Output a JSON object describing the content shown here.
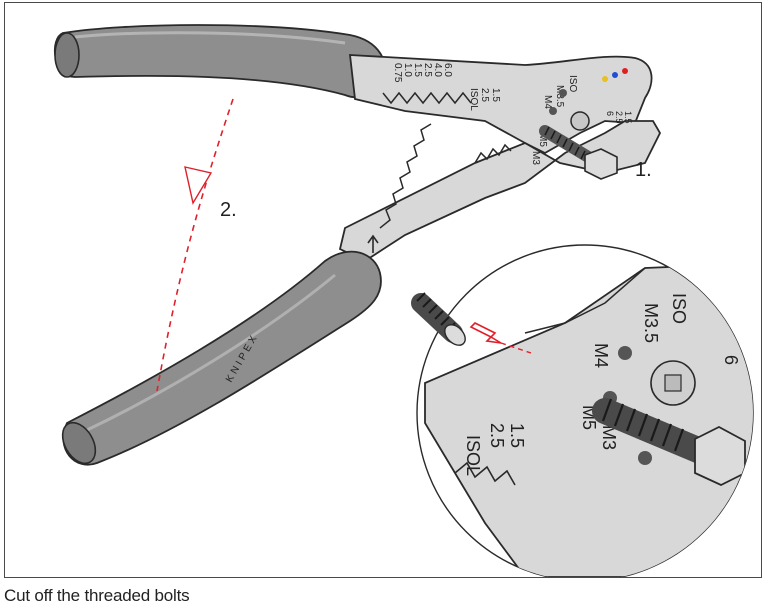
{
  "caption": "Cut off the threaded bolts",
  "steps": {
    "step1": "1.",
    "step2": "2."
  },
  "brand": "KNIPEX",
  "main_view": {
    "wire_sizes": [
      "0.75",
      "1.0",
      "1.5",
      "2.5",
      "4.0",
      "6.0"
    ],
    "crimp_labels": [
      "1.5",
      "2.5",
      "ISOL"
    ],
    "terminal_labels": [
      "ISO",
      "M3.5",
      "M4",
      "M5",
      "M3"
    ],
    "side_labels": [
      "1.5",
      "2.5",
      "6"
    ]
  },
  "detail_view": {
    "labels": [
      "ISO",
      "M3.5",
      "M4",
      "M5",
      "M3",
      "1.5",
      "2.5",
      "ISOL",
      "6"
    ]
  },
  "colors": {
    "handle": "#8c8c8c",
    "metal": "#d9d9d9",
    "outline": "#2a2a2a",
    "arrow": "#e0202a",
    "dot_red": "#e02020",
    "dot_blue": "#2050d0",
    "dot_yellow": "#e8c020"
  }
}
